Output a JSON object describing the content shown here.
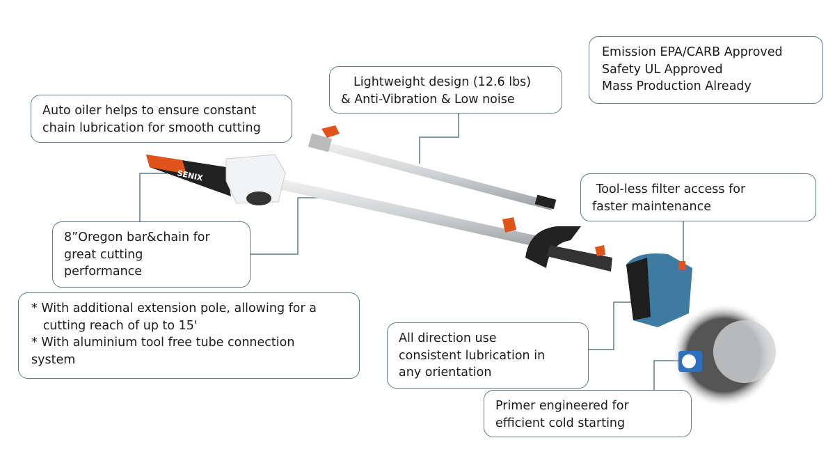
{
  "product": {
    "brand": "SENIX",
    "bar_size": "8\""
  },
  "callouts": {
    "auto_oiler": [
      "Auto oiler helps to ensure constant",
      "chain lubrication for smooth cutting"
    ],
    "lightweight": [
      "Lightweight design (12.6 lbs)",
      "& Anti-Vibration & Low noise"
    ],
    "certification": [
      "Emission EPA/CARB Approved",
      "Safety UL Approved",
      "Mass Production Already"
    ],
    "filter": [
      " Tool-less filter access for",
      "faster maintenance"
    ],
    "bar_chain": [
      "8”Oregon bar&chain for",
      "great cutting",
      "performance"
    ],
    "extension": [
      "* With additional extension pole, allowing for a",
      "   cutting reach of up to 15'",
      "* With aluminium tool free tube connection",
      "system"
    ],
    "lubrication": [
      "All direction use",
      "consistent lubrication in",
      "any orientation"
    ],
    "primer": [
      "Primer engineered for",
      "efficient cold starting"
    ]
  },
  "colors": {
    "border": "#5d7b8a",
    "accent": "#e0541c",
    "engine": "#3d7ba0"
  }
}
